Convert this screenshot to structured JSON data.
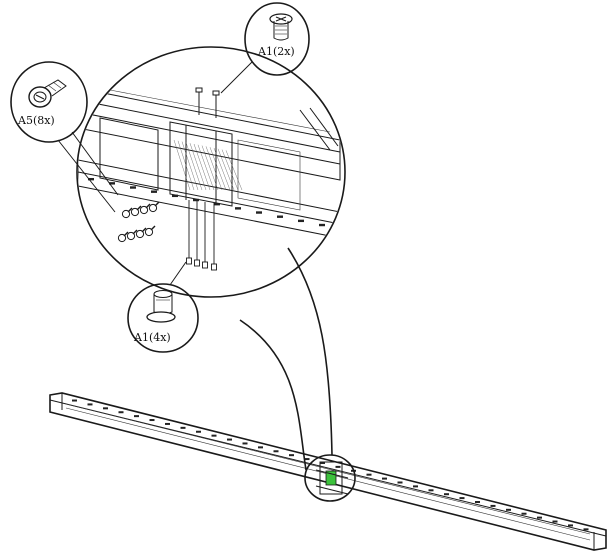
{
  "callouts": {
    "a1_top": "A1(2x)",
    "a5": "A5(8x)",
    "a1_bottom": "A1(4x)"
  },
  "colors": {
    "line": "#1a1a1a",
    "highlight": "#3cc23c"
  },
  "icons": {
    "a1_top": "screw-icon",
    "a5": "screw-washer-icon",
    "a1_bottom": "screw-icon"
  }
}
